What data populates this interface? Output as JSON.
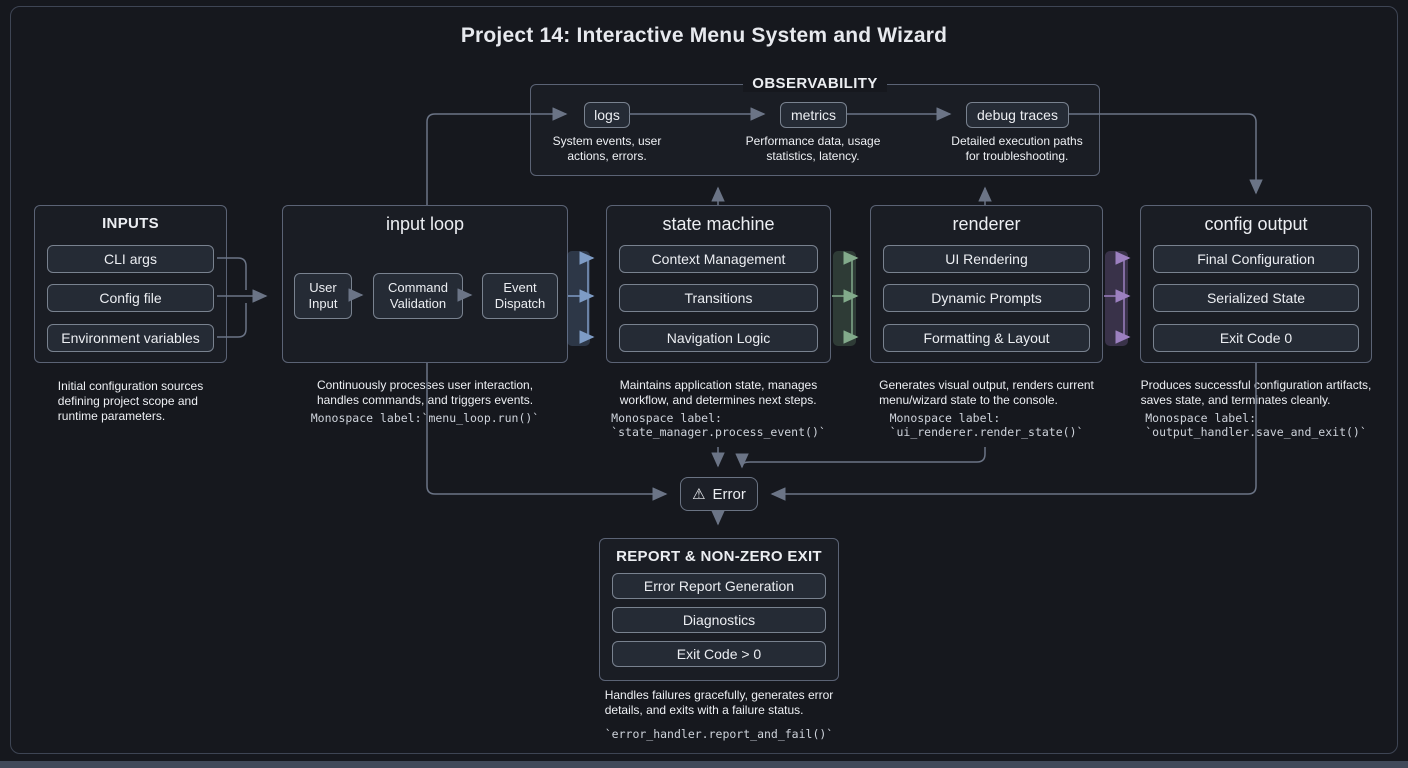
{
  "header": {
    "title": "Project 14: Interactive Menu System and Wizard"
  },
  "observability": {
    "title": "OBSERVABILITY",
    "nodes": [
      {
        "label": "logs",
        "caption": "System events, user\nactions, errors."
      },
      {
        "label": "metrics",
        "caption": "Performance data, usage\nstatistics, latency."
      },
      {
        "label": "debug traces",
        "caption": "Detailed execution paths\nfor troubleshooting."
      }
    ]
  },
  "inputs": {
    "title": "INPUTS",
    "items": [
      "CLI args",
      "Config file",
      "Environment variables"
    ],
    "caption": "Initial configuration sources\ndefining project scope and\nruntime parameters."
  },
  "stages": [
    {
      "title": "input loop",
      "items": [
        "User\nInput",
        "Command\nValidation",
        "Event\nDispatch"
      ],
      "caption": "Continuously processes user interaction,\nhandles commands, and triggers events.",
      "mono": "Monospace label:`menu_loop.run()`"
    },
    {
      "title": "state machine",
      "items": [
        "Context Management",
        "Transitions",
        "Navigation Logic"
      ],
      "caption": "Maintains application state, manages\nworkflow, and determines next steps.",
      "mono": "Monospace label:\n`state_manager.process_event()`"
    },
    {
      "title": "renderer",
      "items": [
        "UI Rendering",
        "Dynamic Prompts",
        "Formatting & Layout"
      ],
      "caption": "Generates visual output, renders current\nmenu/wizard state to the console.",
      "mono": "Monospace label:\n`ui_renderer.render_state()`"
    },
    {
      "title": "config output",
      "items": [
        "Final Configuration",
        "Serialized State",
        "Exit Code 0"
      ],
      "caption": "Produces successful configuration artifacts,\nsaves state, and terminates cleanly.",
      "mono": "Monospace label:\n`output_handler.save_and_exit()`"
    }
  ],
  "error": {
    "icon": "warning-triangle-icon",
    "icon_glyph": "⚠",
    "label": "Error"
  },
  "report": {
    "title": "REPORT & NON-ZERO EXIT",
    "items": [
      "Error Report Generation",
      "Diagnostics",
      "Exit Code > 0"
    ],
    "caption": "Handles failures gracefully, generates error\ndetails, and exits with a failure status.",
    "mono": "`error_handler.report_and_fail()`"
  },
  "colors": {
    "background": "#16181e",
    "box_border": "#5b6375",
    "button_bg": "#252b35",
    "line_gray": "#6b7486",
    "flow_blue": "#7e9cc6",
    "flow_green": "#82aa8b",
    "flow_purple": "#9c80c0"
  }
}
